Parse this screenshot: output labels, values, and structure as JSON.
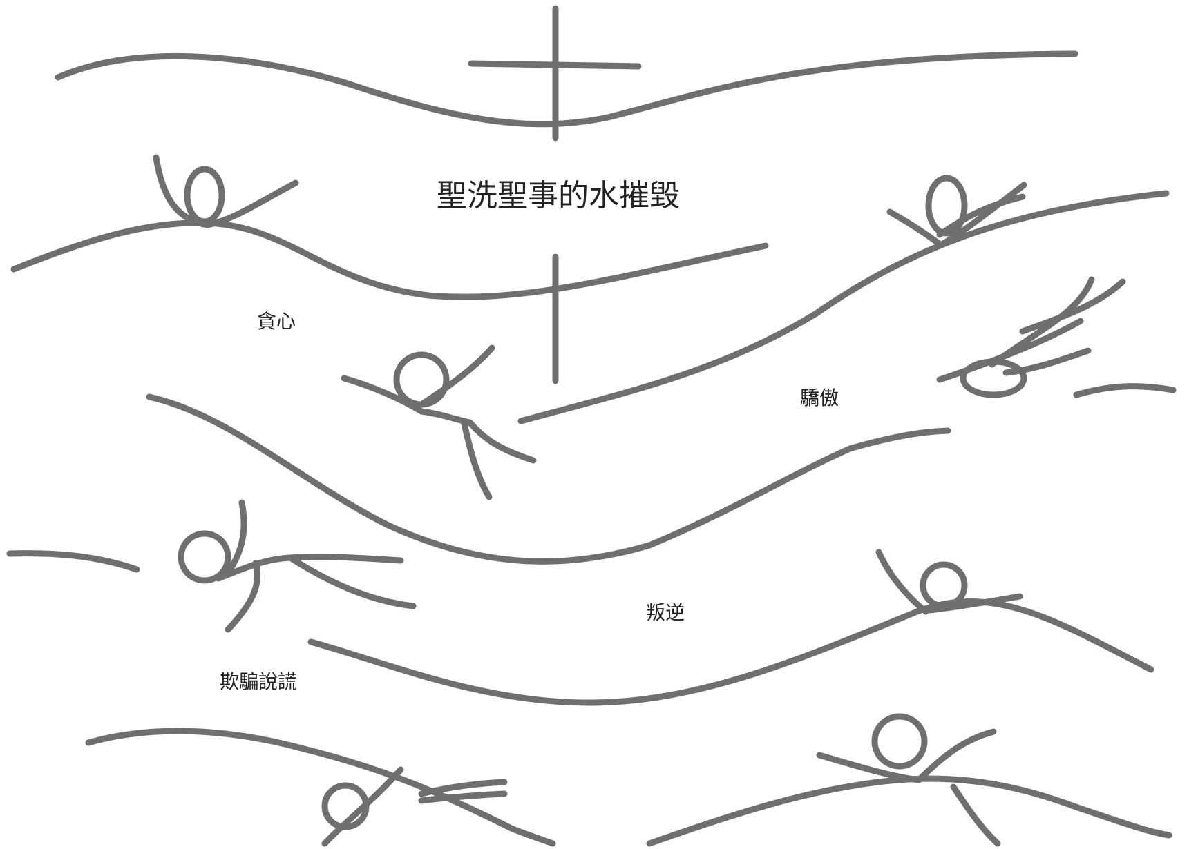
{
  "labels": {
    "title": "聖洗聖事的水摧毀",
    "greed": "貪心",
    "pride": "驕傲",
    "rebellion": "叛逆",
    "lying": "欺騙說謊"
  },
  "colors": {
    "stroke": "#6f6f6f",
    "text": "#222222",
    "background": "#ffffff"
  }
}
